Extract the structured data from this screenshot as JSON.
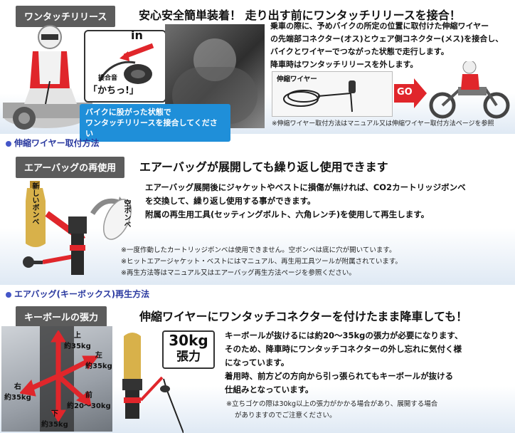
{
  "section1": {
    "tag": "ワンタッチリリース",
    "headline": "安心安全簡単装着！ 走り出す前にワンタッチリリースを接合！",
    "body": [
      "乗車の際に、予めバイクの所定の位置に取付けた伸縮ワイヤー",
      "の先端部コネクター(オス)とウェア側コネクター(メス)を接合し、",
      "バイクとワイヤーでつながった状態で走行します。",
      "降車時はワンタッチリリースを外します。"
    ],
    "in_label": "in",
    "sound_caption": "接合音",
    "sound": "「かちっ!」",
    "caption": [
      "バイクに股がった状態で",
      "ワンタッチリリースを接合してください"
    ],
    "wire_label": "伸縮ワイヤー",
    "go_label": "GO",
    "note": "※伸縮ワイヤー取付方法はマニュアル又は伸縮ワイヤー取付方法ページを参照"
  },
  "link1": "伸縮ワイヤー取付方法",
  "section2": {
    "tag": "エアーバッグの再使用",
    "headline": "エアーバッグが展開しても繰り返し使用できます",
    "body": [
      "エアーバッグ展開後にジャケットやベストに損傷が無ければ、CO2カートリッジボンベ",
      "を交換して、繰り返し使用する事ができます。",
      "附属の再生用工具(セッティングボルト、六角レンチ)を使用して再生します。"
    ],
    "new_label": "新しいボンベ",
    "empty_label": "空ボンベ",
    "notes": [
      "※一度作動したカートリッジボンベは使用できません。空ボンベは底に穴が開いています。",
      "※ヒットエアージャケット・ベストにはマニュアル、再生用工具ツールが附属されています。",
      "※再生方法等はマニュアル又はエアーバッグ再生方法ページを参照ください。"
    ]
  },
  "link2": "エアバッグ(キーボックス)再生方法",
  "section3": {
    "tag": "キーボールの張力",
    "headline": "伸縮ワイヤーにワンタッチコネクターを付けたまま降車しても！",
    "force_badge": [
      "30kg",
      "張力"
    ],
    "directions": [
      {
        "dir": "上",
        "value": "約35kg"
      },
      {
        "dir": "左",
        "value": "約35kg"
      },
      {
        "dir": "右",
        "value": "約35kg"
      },
      {
        "dir": "前",
        "value": "約20〜30kg"
      },
      {
        "dir": "下",
        "value": "約35kg"
      }
    ],
    "body": [
      "キーボールが抜けるには約20〜35kgの張力が必要になります、",
      "そのため、降車時にワンタッチコネクターの外し忘れに気付く様",
      "になっています。",
      "着用時、前方どの方向から引っ張られてもキーボールが抜ける",
      "仕組みとなっています。"
    ],
    "notes": [
      "※立ちゴケの際は30kg以上の張力がかかる場合があり、展開する場合",
      "がありますのでご注意ください。"
    ]
  },
  "colors": {
    "accent_red": "#e0262b",
    "tag_gray": "#5c5c5c",
    "link_blue": "#2b3aa0",
    "caption_blue": "#1f8fd9"
  }
}
